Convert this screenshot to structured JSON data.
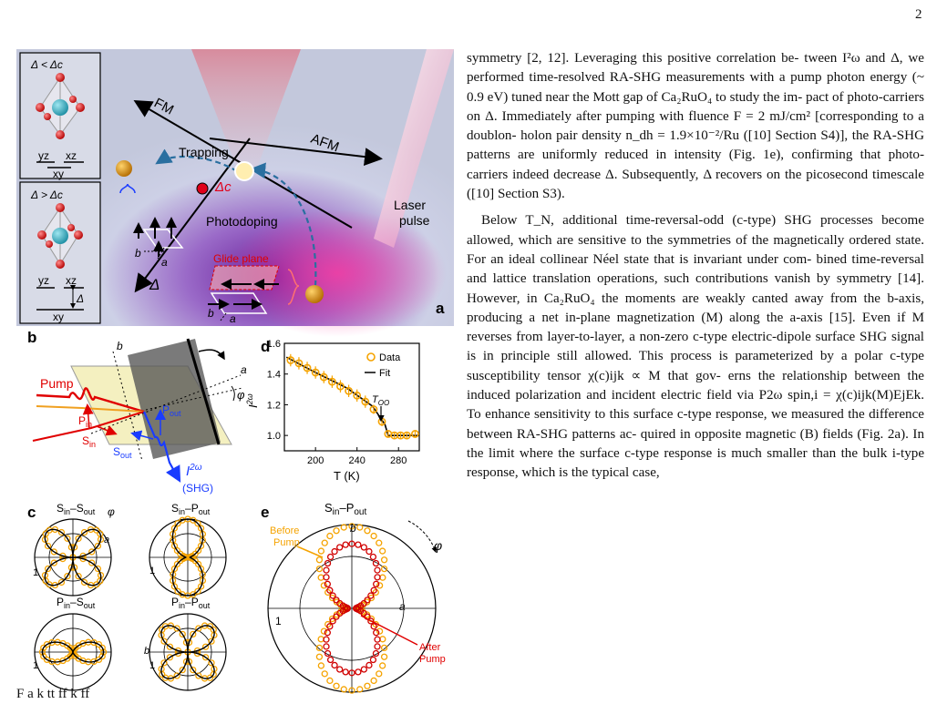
{
  "page_number": "2",
  "figure": {
    "panel_a": {
      "label": "a",
      "inset_top_title": "Δ < Δc",
      "inset_bottom_title": "Δ > Δc",
      "orbital_yz": "yz",
      "orbital_xz": "xz",
      "orbital_xy": "xy",
      "delta_symbol": "Δ",
      "axis_fm": "FM",
      "axis_afm": "AFM",
      "axis_delta": "Δ",
      "critical_label": "Δc",
      "trapping_label": "Trapping",
      "photodoping_label": "Photodoping",
      "laser_label_1": "Laser",
      "laser_label_2": "pulse",
      "glide_label": "Glide plane",
      "axis_a": "a",
      "axis_b": "b"
    },
    "panel_b": {
      "label": "b",
      "pump_label": "Pump",
      "pin_label": "P",
      "pin_sub": "in",
      "sin_label": "S",
      "sin_sub": "in",
      "pout_label": "P",
      "pout_sub": "out",
      "sout_label": "S",
      "sout_sub": "out",
      "shg_label": "I",
      "shg_sup": "2ω",
      "shg_note": "(SHG)",
      "axis_a": "a",
      "axis_b": "b",
      "phi": "φ"
    },
    "panel_c": {
      "label": "c",
      "titles": [
        {
          "p1": "S",
          "s1": "in",
          "dash": "–",
          "p2": "S",
          "s2": "out"
        },
        {
          "p1": "S",
          "s1": "in",
          "dash": "–",
          "p2": "P",
          "s2": "out"
        },
        {
          "p1": "P",
          "s1": "in",
          "dash": "–",
          "p2": "S",
          "s2": "out"
        },
        {
          "p1": "P",
          "s1": "in",
          "dash": "–",
          "p2": "P",
          "s2": "out"
        }
      ],
      "scale_label": "1",
      "axis_a": "a",
      "axis_b": "b",
      "phi": "φ"
    },
    "panel_d": {
      "label": "d",
      "ylabel_main": "I",
      "ylabel_sup": "2ω",
      "xlabel": "T (K)",
      "xticks": [
        "200",
        "240",
        "280"
      ],
      "yticks": [
        "1.0",
        "1.2",
        "1.4",
        "1.6"
      ],
      "legend_data": "Data",
      "legend_fit": "Fit",
      "too_label": "T",
      "too_sub": "OO"
    },
    "panel_e": {
      "label": "e",
      "title": {
        "p1": "S",
        "s1": "in",
        "dash": "–",
        "p2": "P",
        "s2": "out"
      },
      "before_label_1": "Before",
      "before_label_2": "Pump",
      "after_label_1": "After",
      "after_label_2": "Pump",
      "scale_label": "1",
      "axis_a": "a",
      "axis_b": "b",
      "phi": "φ"
    }
  },
  "chart_data": {
    "type": "scatter",
    "xlabel": "T (K)",
    "ylabel": "I2ω",
    "xlim": [
      170,
      300
    ],
    "ylim": [
      0.9,
      1.6
    ],
    "legend_position": "top-right",
    "series": [
      {
        "name": "Data",
        "x": [
          176,
          184,
          192,
          200,
          208,
          216,
          224,
          232,
          240,
          248,
          256,
          264,
          270,
          276,
          282,
          288,
          296
        ],
        "y": [
          1.49,
          1.47,
          1.44,
          1.41,
          1.38,
          1.35,
          1.32,
          1.29,
          1.26,
          1.22,
          1.17,
          1.09,
          1.01,
          1.0,
          1.0,
          1.0,
          1.01
        ],
        "err": [
          0.04,
          0.04,
          0.04,
          0.04,
          0.04,
          0.04,
          0.04,
          0.04,
          0.04,
          0.04,
          0.03,
          0.03,
          0.02,
          0.02,
          0.02,
          0.02,
          0.02
        ]
      },
      {
        "name": "Fit",
        "x": [
          172,
          200,
          230,
          255,
          267,
          270,
          300
        ],
        "y": [
          1.51,
          1.41,
          1.31,
          1.19,
          1.07,
          1.0,
          1.0
        ]
      }
    ]
  },
  "body_text": {
    "para1": [
      "symmetry [2, 12]. Leveraging this positive correlation be-",
      "tween I²ω and Δ, we performed time-resolved RA-SHG",
      "measurements with a pump photon energy (~ 0.9 eV)",
      "tuned near the Mott gap of Ca₂RuO₄ to study the im-",
      "pact of photo-carriers on Δ. Immediately after pumping",
      "with fluence F = 2 mJ/cm² [corresponding to a doublon-",
      "holon pair density n_dh = 1.9×10⁻²/Ru ([10] Section S4)],",
      "the RA-SHG patterns are uniformly reduced in intensity",
      "(Fig. 1e), confirming that photo-carriers indeed decrease",
      "Δ. Subsequently, Δ recovers on the picosecond timescale",
      "([10] Section S3)."
    ],
    "para2": [
      "Below T_N, additional time-reversal-odd (c-type) SHG",
      "processes become allowed, which are sensitive to the",
      "symmetries of the magnetically ordered state. For an",
      "ideal collinear Néel state that is invariant under com-",
      "bined time-reversal and lattice translation operations,",
      "such contributions vanish by symmetry [14]. However, in",
      "Ca₂RuO₄ the moments are weakly canted away from the",
      "b-axis, producing a net in-plane magnetization (M) along",
      "the a-axis [15]. Even if M reverses from layer-to-layer,",
      "a non-zero c-type electric-dipole surface SHG signal is in",
      "principle still allowed. This process is parameterized by",
      "a polar c-type susceptibility tensor χ(c)ijk ∝ M that gov-",
      "erns the relationship between the induced polarization",
      "and incident electric field via P2ω spin,i = χ(c)ijk(M)EjEk. To",
      "enhance sensitivity to this surface c-type response, we",
      "measured the difference between RA-SHG patterns ac-",
      "quired in opposite magnetic (B) fields (Fig. 2a). In the",
      "limit where the surface c-type response is much smaller",
      "than the bulk i-type response, which is the typical case,"
    ]
  },
  "caption_fragment": "F   a   k   tt   ff   k   ff"
}
